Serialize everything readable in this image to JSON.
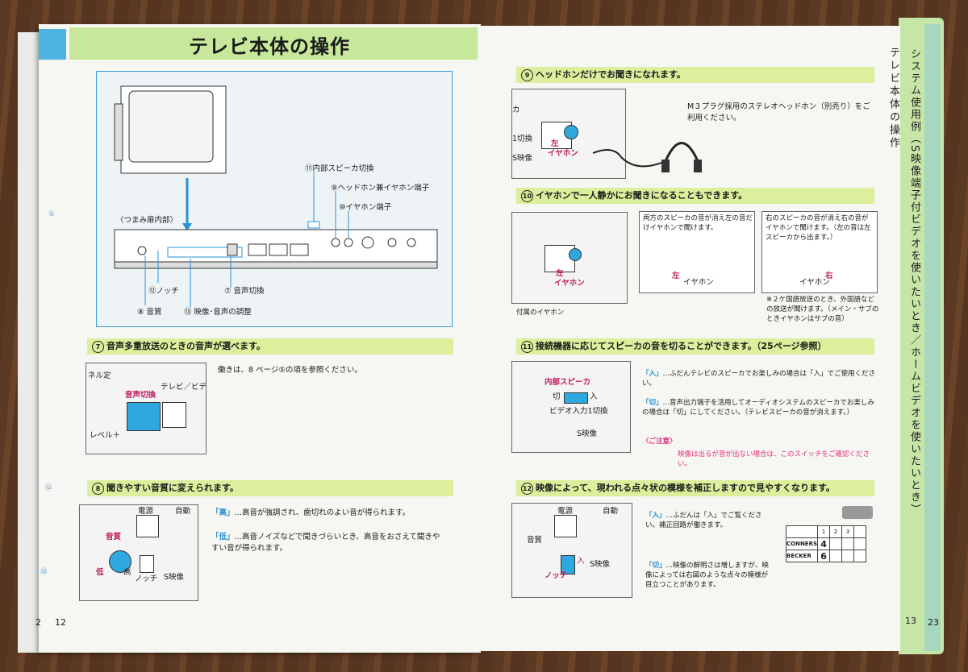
{
  "left": {
    "title": "テレビ本体の操作",
    "page_no_small": "2",
    "page_no": "12",
    "edge_marks": [
      "①",
      "⑫",
      "⑬"
    ],
    "diagram": {
      "inner_label": "〈つまみ扉内部〉",
      "callouts": {
        "c11": "⑪内部スピーカ切換",
        "c9": "⑨ヘッドホン兼イヤホン端子",
        "c10": "⑩イヤホン端子",
        "c12": "⑫ノッチ",
        "c7": "⑦ 音声切換",
        "c8": "⑧ 音質",
        "c13": "⑬ 映像･音声の調整"
      }
    },
    "s7": {
      "num": "7",
      "heading": "音声多重放送のときの音声が選べます。",
      "text": "働きは、8 ページ⑤の項を参照ください。",
      "img_label": "音声切換",
      "img_sub": "テレビ／ビデオ・",
      "img_foot": "レベル＋",
      "img_side": "ネル定"
    },
    "s8": {
      "num": "8",
      "heading": "聞きやすい音質に変えられます。",
      "high_key": "「高」",
      "high_text": "…高音が強調され、歯切れのよい音が得られます。",
      "low_key": "「低」",
      "low_text": "…高音ノイズなどで聞きづらいとき、高音をおさえて聞きやすい音が得られます。",
      "img": {
        "quality": "音質",
        "low": "低",
        "high": "高",
        "power": "電源",
        "notch": "ノッチ",
        "auto": "自動",
        "video": "S映像"
      }
    }
  },
  "right": {
    "page_no": "13",
    "page_no_small": "23",
    "vertical_title": "テレビ本体の操作",
    "tab_text": "システム使用例（S映像端子付ビデオを使いたいとき／ホームビデオを使いたいとき）",
    "s9": {
      "num": "9",
      "heading": "ヘッドホンだけでお聞きになれます。",
      "text": "M３プラグ採用のステレオヘッドホン（別売り）をご利用ください。",
      "img": {
        "left": "左",
        "earphone": "イヤホン",
        "switch": "1切換",
        "video": "S映像",
        "spk": "カ"
      }
    },
    "s10": {
      "num": "10",
      "heading": "イヤホンで一人静かにお聞きになることもできます。",
      "caption": "付属のイヤホン",
      "box1": "両方のスピーカの音が消え左の音だけイヤホンで聞けます。",
      "box2": "右のスピーカの音が消え右の音がイヤホンで聞けます。（左の音は左スピーカから出ます。）",
      "note": "※２ケ国語放送のとき、外国語などの放送が聞けます。（メイン・サブのときイヤホンはサブの音）",
      "img": {
        "left": "左",
        "right": "右",
        "earphone": "イヤホン"
      }
    },
    "s11": {
      "num": "11",
      "heading": "接続機器に応じてスピーカの音を切ることができます。（25ページ参照）",
      "on_key": "「入」",
      "on_text": "…ふだんテレビのスピーカでお楽しみの場合は「入」でご使用ください。",
      "off_key": "「切」",
      "off_text": "…音声出力端子を活用してオーディオシステムのスピーカでお楽しみの場合は「切」にしてください。（テレビスピーカの音が消えます。）",
      "note_head": "〈ご注意〉",
      "note_text": "映像は出るが音が出ない場合は、このスイッチをご確認ください。",
      "img": {
        "spk": "内部スピーカ",
        "on": "入",
        "off": "切",
        "video_switch": "ビデオ入力1切換",
        "video": "S映像"
      }
    },
    "s12": {
      "num": "12",
      "heading": "映像によって、現われる点々状の模様を補正しますので見やすくなります。",
      "on_key": "「入」",
      "on_text": "…ふだんは「入」でご覧ください。補正回路が働きます。",
      "off_key": "「切」",
      "off_text": "…映像の鮮明さは増しますが、映像によっては右図のような点々の模様が目立つことがあります。",
      "img": {
        "power": "電源",
        "notch": "ノッチ",
        "on": "入",
        "quality": "音質",
        "auto": "自動",
        "video": "S映像"
      },
      "table": {
        "header": [
          "1",
          "2",
          "3"
        ],
        "rows": [
          {
            "name": "CONNERS",
            "score": "4"
          },
          {
            "name": "BECKER",
            "score": "6"
          }
        ]
      }
    }
  }
}
